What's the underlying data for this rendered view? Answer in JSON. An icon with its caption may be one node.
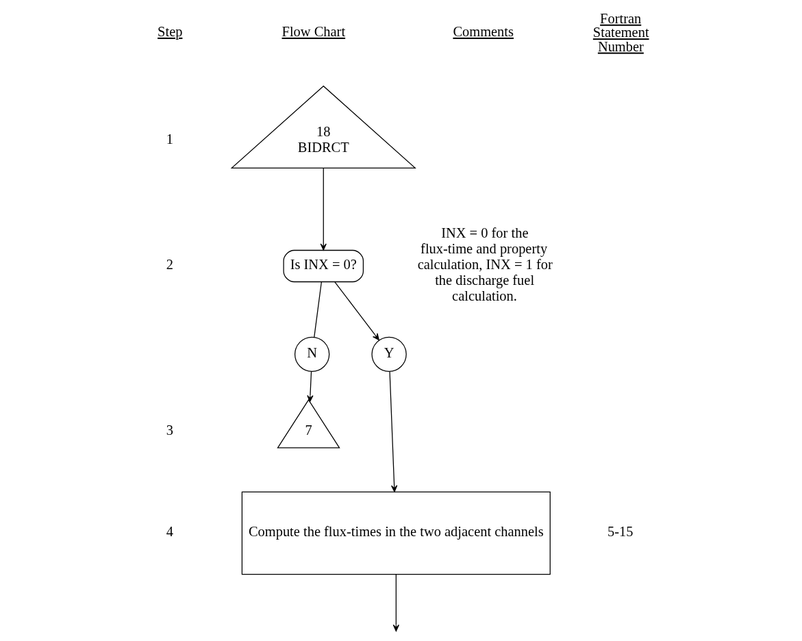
{
  "diagram": {
    "nodes": [
      {
        "text": [
          "18",
          "BIDRCT"
        ]
      },
      {
        "text": [
          "Is INX = 0?"
        ]
      },
      {
        "text": [
          "N"
        ]
      },
      {
        "text": [
          "Y"
        ]
      },
      {
        "text": [
          "7"
        ]
      },
      {
        "text": [
          "Compute the flux-times in the two adjacent channels"
        ]
      }
    ],
    "edges": [
      {
        "from": 0,
        "to": 1,
        "arrow": "to"
      },
      {
        "from": 1,
        "to": 2,
        "arrow": "none"
      },
      {
        "from": 1,
        "to": 3,
        "arrow": "to"
      },
      {
        "from": 2,
        "to": 4,
        "arrow": "to"
      },
      {
        "from": 3,
        "to": 5,
        "arrow": "to"
      },
      {
        "from": 5,
        "to": null,
        "arrow": "to"
      }
    ],
    "labels": [
      "Step",
      "Flow Chart",
      "Comments",
      "Fortran Statement Number",
      "1",
      "2",
      "INX = 0 for the flux-time and property calculation, INX = 1 for the discharge fuel calculation.",
      "3",
      "4",
      "5-15"
    ]
  }
}
